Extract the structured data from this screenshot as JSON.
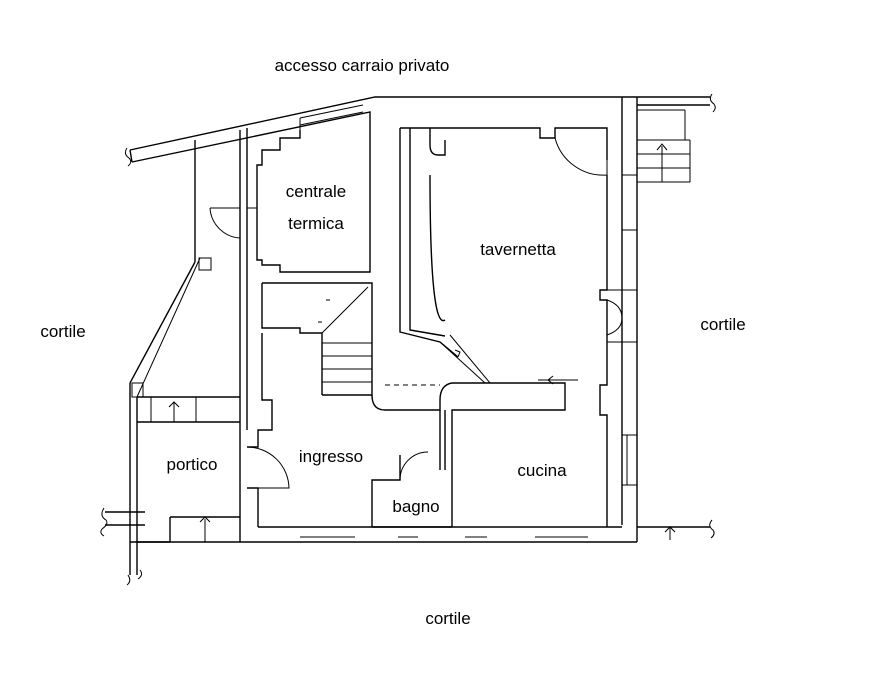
{
  "labels": {
    "top_access": "accesso carraio privato",
    "yard_left": "cortile",
    "yard_right": "cortile",
    "yard_bottom": "cortile",
    "central_heating_line1": "centrale",
    "central_heating_line2": "termica",
    "tavern": "tavernetta",
    "porch": "portico",
    "entrance": "ingresso",
    "kitchen": "cucina",
    "bathroom": "bagno"
  }
}
